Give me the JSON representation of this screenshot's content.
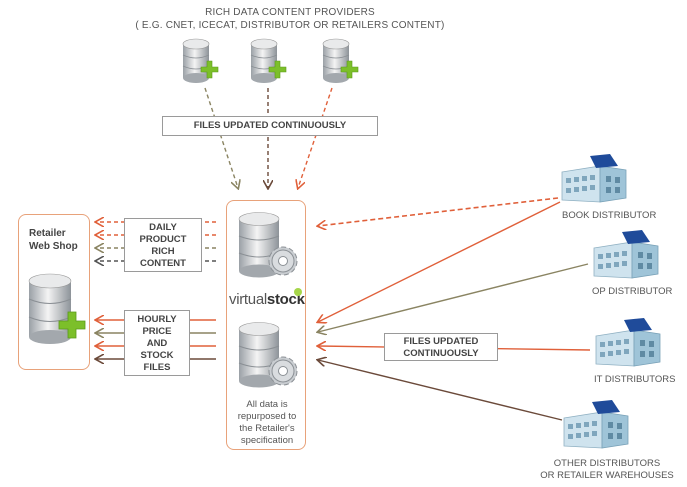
{
  "header": {
    "line1": "RICH DATA CONTENT PROVIDERS",
    "line2": "( E.G. CNET, ICECAT, DISTRIBUTOR OR RETAILERS CONTENT)"
  },
  "files_updated_top": "FILES UPDATED CONTINUOUSLY",
  "files_updated_right": {
    "line1": "FILES UPDATED",
    "line2": "CONTINUOUSLY"
  },
  "daily_box": {
    "l1": "DAILY",
    "l2": "PRODUCT",
    "l3": "RICH",
    "l4": "CONTENT"
  },
  "hourly_box": {
    "l1": "HOURLY",
    "l2": "PRICE",
    "l3": "AND",
    "l4": "STOCK",
    "l5": "FILES"
  },
  "retailer": {
    "l1": "Retailer",
    "l2": "Web Shop"
  },
  "virtualstock": {
    "part1": "virtual",
    "part2": "stock"
  },
  "center_desc": {
    "l1": "All data is",
    "l2": "repurposed to",
    "l3": "the Retailer's",
    "l4": "specification"
  },
  "distributors": {
    "book": "BOOK DISTRIBUTOR",
    "op": "OP DISTRIBUTOR",
    "it": "IT DISTRIBUTORS",
    "other1": "OTHER DISTRIBUTORS",
    "other2": "OR RETAILER WAREHOUSES"
  },
  "colors": {
    "orange": "#e0603a",
    "olive": "#8a8462",
    "brown": "#6b4a3a",
    "green_plus": "#7cbf2a",
    "panel_border": "#e8a27a"
  },
  "icons": [
    "database-plus-icon",
    "database-gear-icon",
    "building-icon"
  ]
}
